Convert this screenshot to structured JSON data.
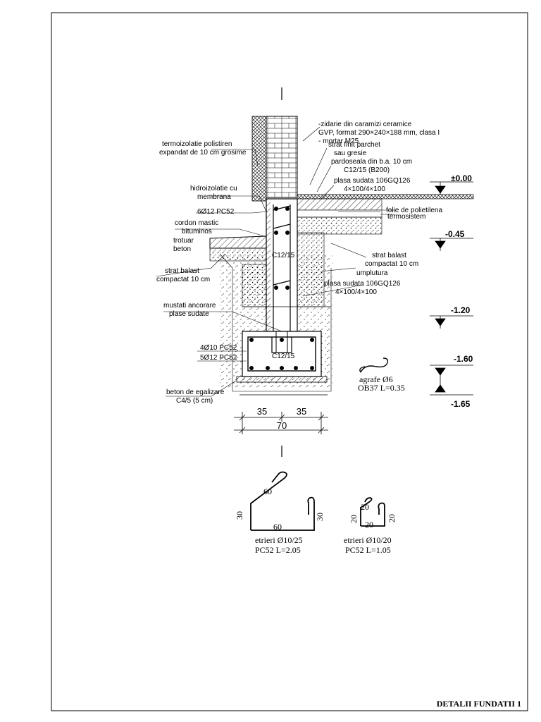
{
  "sheet": {
    "title": "DETALII FUNDATII 1"
  },
  "labels": {
    "masonry_1": "-zidarie din caramizi ceramice",
    "masonry_2": "GVP, format 290×240×188 mm, clasa I",
    "masonry_3": "- mortar M25",
    "insulation_1": "termoizolatie polistiren",
    "insulation_2": "expandat de 10 cm grosime",
    "finish_1": "strat finit parchet",
    "finish_2": "sau gresie",
    "slab_1": "pardoseala din b.a. 10 cm",
    "slab_2": "C12/15 (B200)",
    "mesh_top_1": "plasa sudata 106GQ126",
    "mesh_top_2": "4×100/4×100",
    "waterproof_1": "hidroizolatie cu",
    "waterproof_2": "membrana",
    "rebar_beam": "6Ø12 PC52",
    "poly_1": "folie de polietilena",
    "poly_2": "termosistem",
    "mastic_1": "cordon mastic",
    "mastic_2": "bituminos",
    "sidewalk_1": "trotuar",
    "sidewalk_2": "beton",
    "gravel_in_1": "strat balast",
    "gravel_in_2": "compactat 10 cm",
    "gravel_out_1": "strat balast",
    "gravel_out_2": "compactat 10 cm",
    "fill": "umplutura",
    "mesh_wall_1": "plasa sudata 106GQ126",
    "mesh_wall_2": "4×100/4×100",
    "concrete_wall": "C12/15",
    "concrete_foot": "C12/15",
    "anchors_1": "mustati ancorare",
    "anchors_2": "plase sudate",
    "rebar_foot_1": "4Ø10 PC52",
    "rebar_foot_2": "5Ø12 PC52",
    "lean_1": "beton de egalizare",
    "lean_2": "C4/5 (5 cm)",
    "clip_1": "agrafe Ø6",
    "clip_2": "OB37 L=0.35"
  },
  "levels": {
    "l0": "±0.00",
    "l1": "-0.45",
    "l2": "-1.20",
    "l3": "-1.60",
    "l4": "-1.65"
  },
  "dimensions": {
    "half_left": "35",
    "half_right": "35",
    "total": "70"
  },
  "stirrups": {
    "large": {
      "dim_top": "60",
      "dim_left": "30",
      "dim_bottom": "60",
      "dim_right": "30",
      "caption_1": "etrieri Ø10/25",
      "caption_2": "PC52  L=2.05"
    },
    "small": {
      "dim_top": "20",
      "dim_left": "20",
      "dim_bottom": "20",
      "dim_right": "20",
      "caption_1": "etrieri Ø10/20",
      "caption_2": "PC52  L=1.05"
    }
  }
}
